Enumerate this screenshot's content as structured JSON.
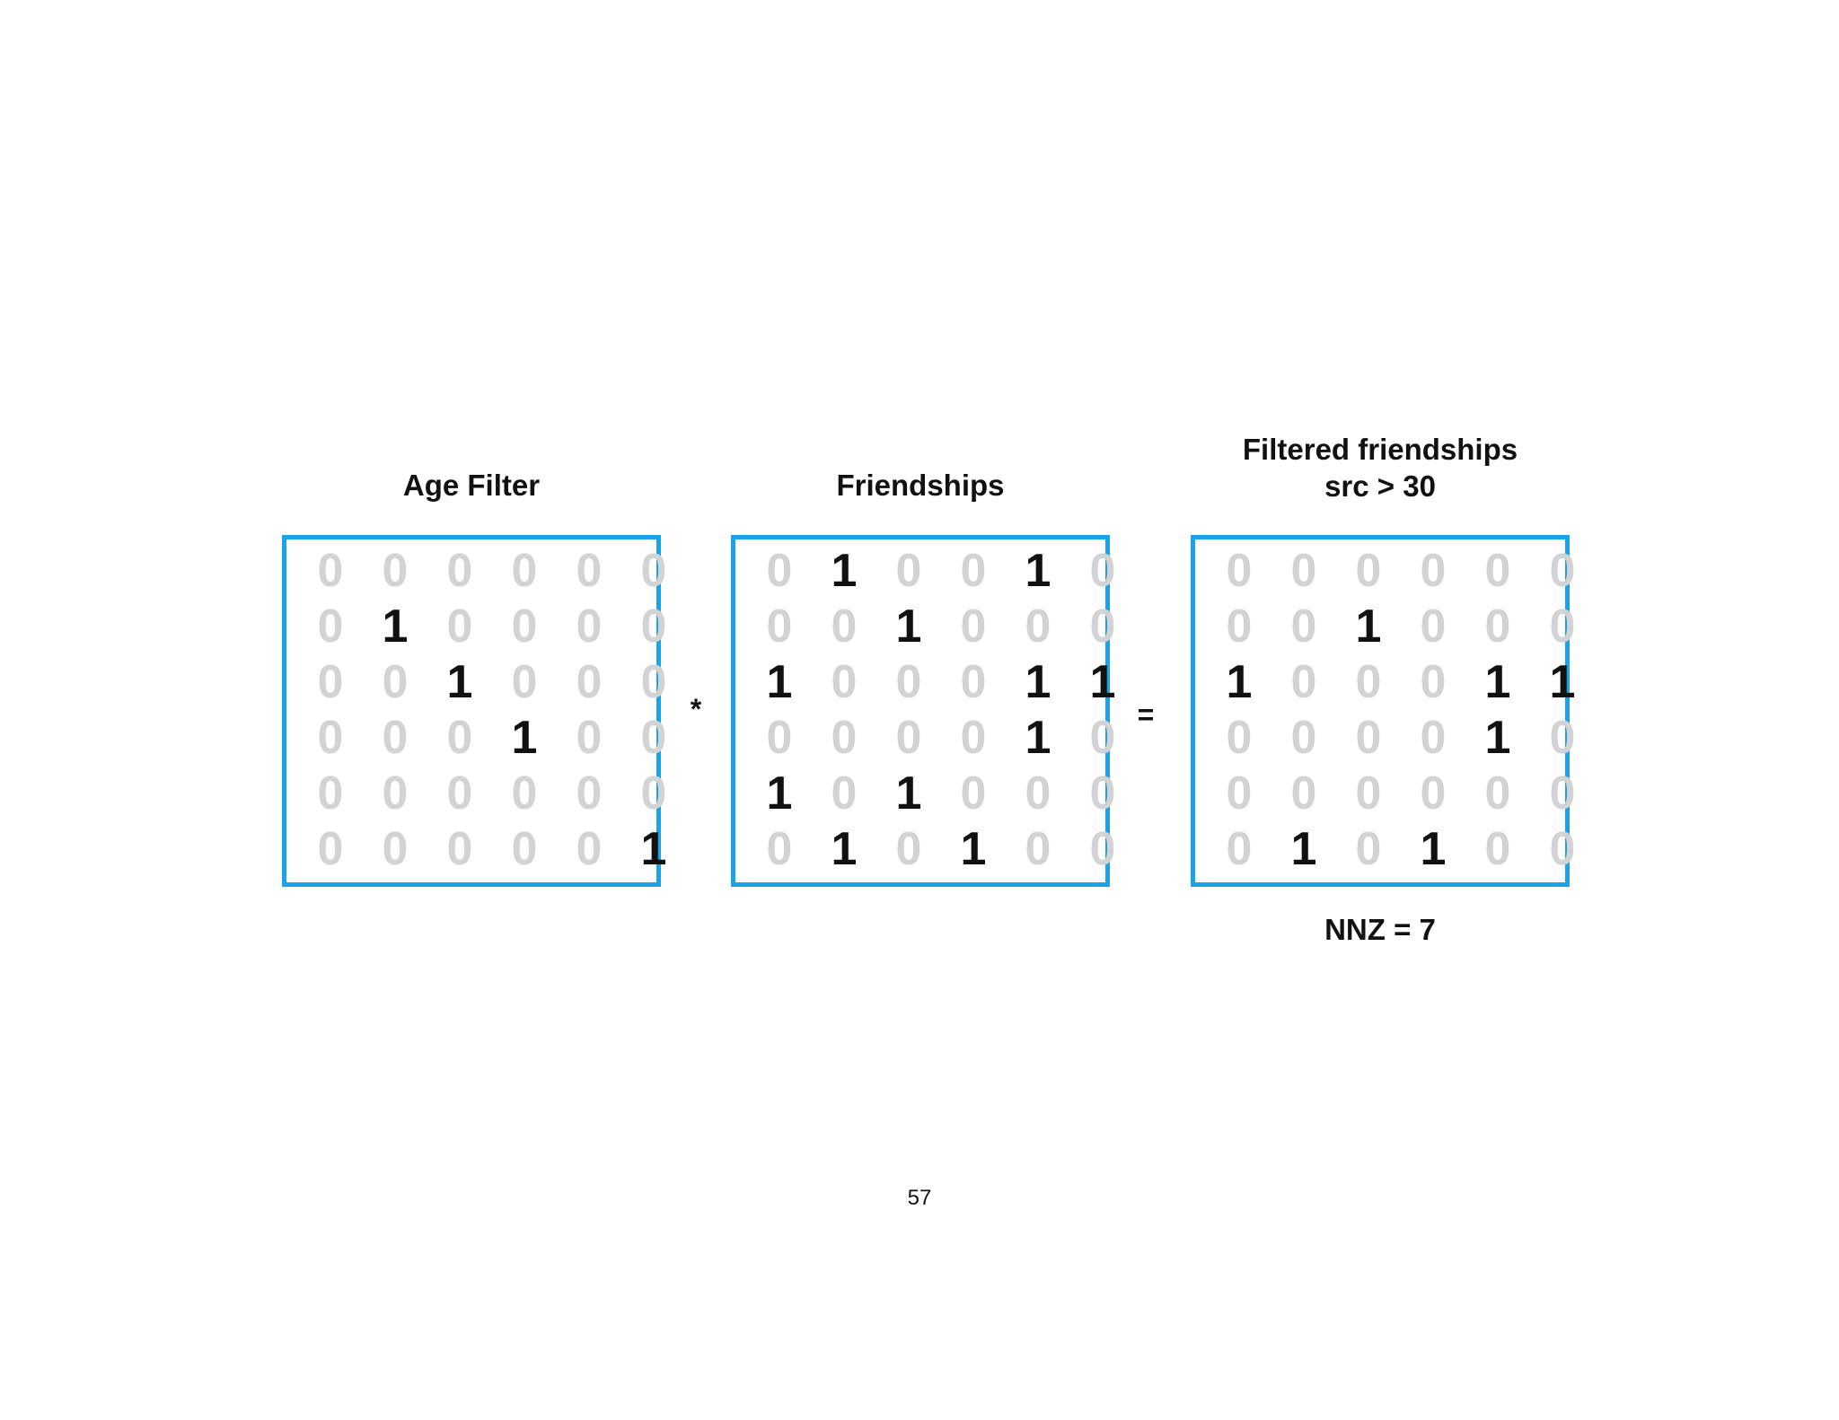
{
  "matrices": [
    {
      "title_lines": [
        "Age Filter"
      ],
      "rows": [
        [
          0,
          0,
          0,
          0,
          0,
          0
        ],
        [
          0,
          1,
          0,
          0,
          0,
          0
        ],
        [
          0,
          0,
          1,
          0,
          0,
          0
        ],
        [
          0,
          0,
          0,
          1,
          0,
          0
        ],
        [
          0,
          0,
          0,
          0,
          0,
          0
        ],
        [
          0,
          0,
          0,
          0,
          0,
          1
        ]
      ]
    },
    {
      "title_lines": [
        "Friendships"
      ],
      "rows": [
        [
          0,
          1,
          0,
          0,
          1,
          0
        ],
        [
          0,
          0,
          1,
          0,
          0,
          0
        ],
        [
          1,
          0,
          0,
          0,
          1,
          1
        ],
        [
          0,
          0,
          0,
          0,
          1,
          0
        ],
        [
          1,
          0,
          1,
          0,
          0,
          0
        ],
        [
          0,
          1,
          0,
          1,
          0,
          0
        ]
      ]
    },
    {
      "title_lines": [
        "Filtered friendships",
        "src > 30"
      ],
      "rows": [
        [
          0,
          0,
          0,
          0,
          0,
          0
        ],
        [
          0,
          0,
          1,
          0,
          0,
          0
        ],
        [
          1,
          0,
          0,
          0,
          1,
          1
        ],
        [
          0,
          0,
          0,
          0,
          1,
          0
        ],
        [
          0,
          0,
          0,
          0,
          0,
          0
        ],
        [
          0,
          1,
          0,
          1,
          0,
          0
        ]
      ]
    }
  ],
  "operators": [
    "*",
    "="
  ],
  "result_caption": "NNZ = 7",
  "page_number": "57",
  "colors": {
    "border": "#1aa3e8",
    "one": "#111111",
    "zero": "#d3d3d3"
  }
}
